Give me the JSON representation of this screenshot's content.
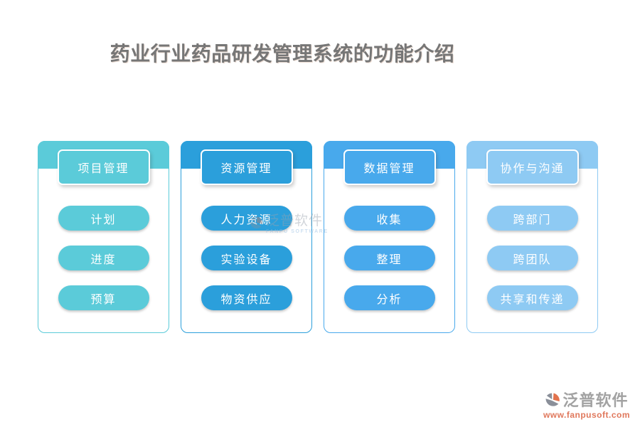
{
  "title": {
    "text": "药业行业药品研发管理系统的功能介绍",
    "color": "#767676"
  },
  "cards": [
    {
      "title": "项目管理",
      "color": "#5bcbd9",
      "items": [
        "计划",
        "进度",
        "预算"
      ]
    },
    {
      "title": "资源管理",
      "color": "#2b9fdb",
      "items": [
        "人力资源",
        "实验设备",
        "物资供应"
      ]
    },
    {
      "title": "数据管理",
      "color": "#48a9ec",
      "items": [
        "收集",
        "整理",
        "分析"
      ]
    },
    {
      "title": "协作与沟通",
      "color": "#8ecaf3",
      "items": [
        "跨部门",
        "跨团队",
        "共享和传递"
      ]
    }
  ],
  "watermark": {
    "brand": "泛普软件",
    "subtext": "FANPU SOFTWARE"
  },
  "footer": {
    "brand": "泛普软件",
    "url": "www.fanpusoft.com",
    "brand_color": "#a2a2a2",
    "url_color": "#e0785c",
    "logo_gray": "#8a8f99",
    "logo_orange": "#e2734d"
  }
}
